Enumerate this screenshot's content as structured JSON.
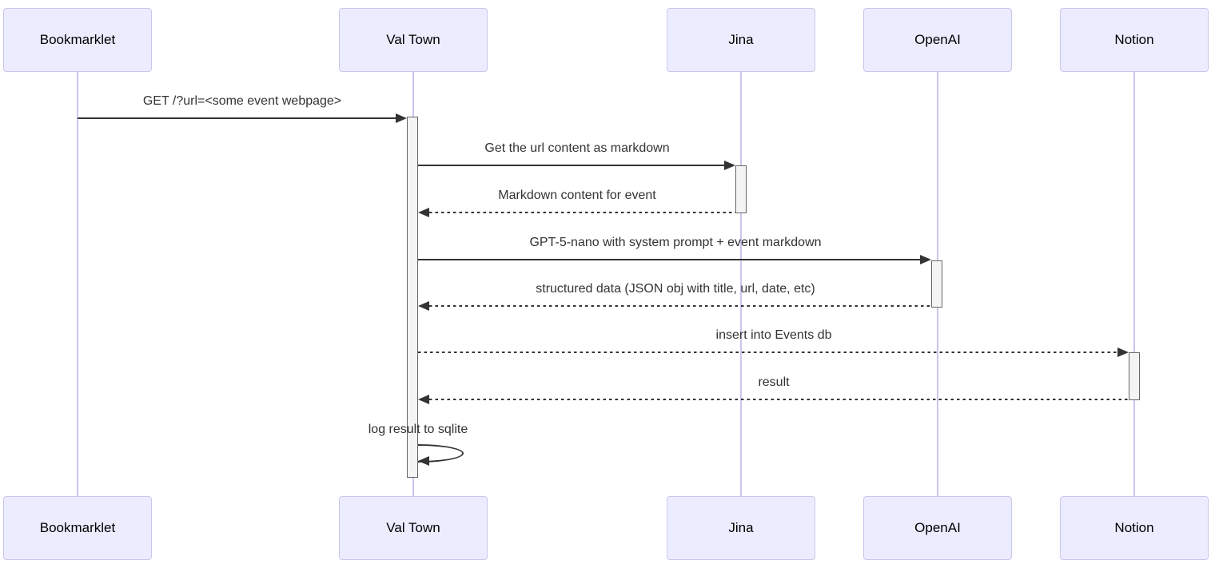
{
  "diagram": {
    "kind": "sequence-diagram",
    "colors": {
      "actor_fill": "#ECECFF",
      "actor_border": "#CCC5EA",
      "lifeline": "#CBC5F0",
      "activation_fill": "#F4F4F4",
      "activation_border": "#666666",
      "message_color": "#333333",
      "background": "#ffffff"
    },
    "actors": [
      {
        "id": "bookmarklet",
        "label": "Bookmarklet"
      },
      {
        "id": "valtown",
        "label": "Val Town"
      },
      {
        "id": "jina",
        "label": "Jina"
      },
      {
        "id": "openai",
        "label": "OpenAI"
      },
      {
        "id": "notion",
        "label": "Notion"
      }
    ],
    "messages": [
      {
        "from": "Bookmarklet",
        "to": "Val Town",
        "label": "GET /?url=<some event webpage>",
        "style": "solid"
      },
      {
        "from": "Val Town",
        "to": "Jina",
        "label": "Get the url content as markdown",
        "style": "solid"
      },
      {
        "from": "Jina",
        "to": "Val Town",
        "label": "Markdown content for event",
        "style": "dashed"
      },
      {
        "from": "Val Town",
        "to": "OpenAI",
        "label": "GPT-5-nano with system prompt + event markdown",
        "style": "solid"
      },
      {
        "from": "OpenAI",
        "to": "Val Town",
        "label": "structured data (JSON obj with title, url, date, etc)",
        "style": "dashed"
      },
      {
        "from": "Val Town",
        "to": "Notion",
        "label": "insert into Events db",
        "style": "dashed"
      },
      {
        "from": "Notion",
        "to": "Val Town",
        "label": "result",
        "style": "dashed"
      },
      {
        "from": "Val Town",
        "to": "Val Town",
        "label": "log result to sqlite",
        "style": "solid-self"
      }
    ]
  }
}
